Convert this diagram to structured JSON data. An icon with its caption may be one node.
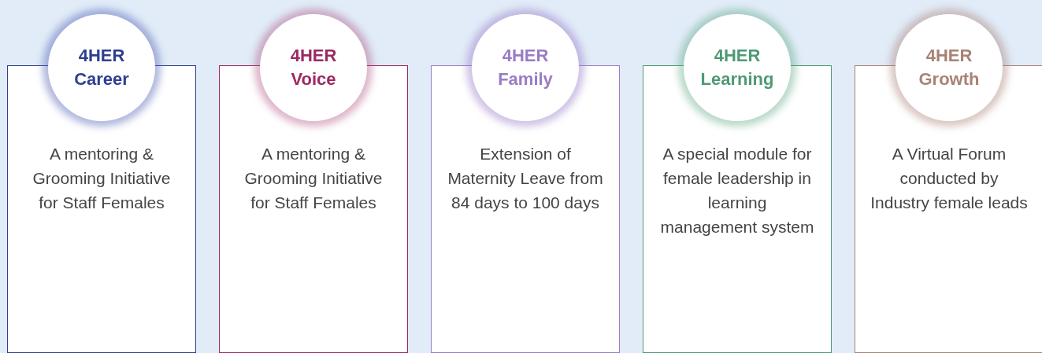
{
  "diagram": {
    "nodes": [
      {
        "text": [
          "4HER Career"
        ]
      },
      {
        "text": [
          "A mentoring & Grooming Initiative for Staff Females"
        ]
      },
      {
        "text": [
          "4HER Voice"
        ]
      },
      {
        "text": [
          "A mentoring & Grooming Initiative for Staff Females"
        ]
      },
      {
        "text": [
          "4HER Family"
        ]
      },
      {
        "text": [
          "Extension of Maternity Leave from 84 days to 100 days"
        ]
      },
      {
        "text": [
          "4HER Learning"
        ]
      },
      {
        "text": [
          "A special module for female leadership in learning management system"
        ]
      },
      {
        "text": [
          "4HER Growth"
        ]
      },
      {
        "text": [
          "A Virtual Forum conducted by Industry female leads"
        ]
      }
    ]
  }
}
